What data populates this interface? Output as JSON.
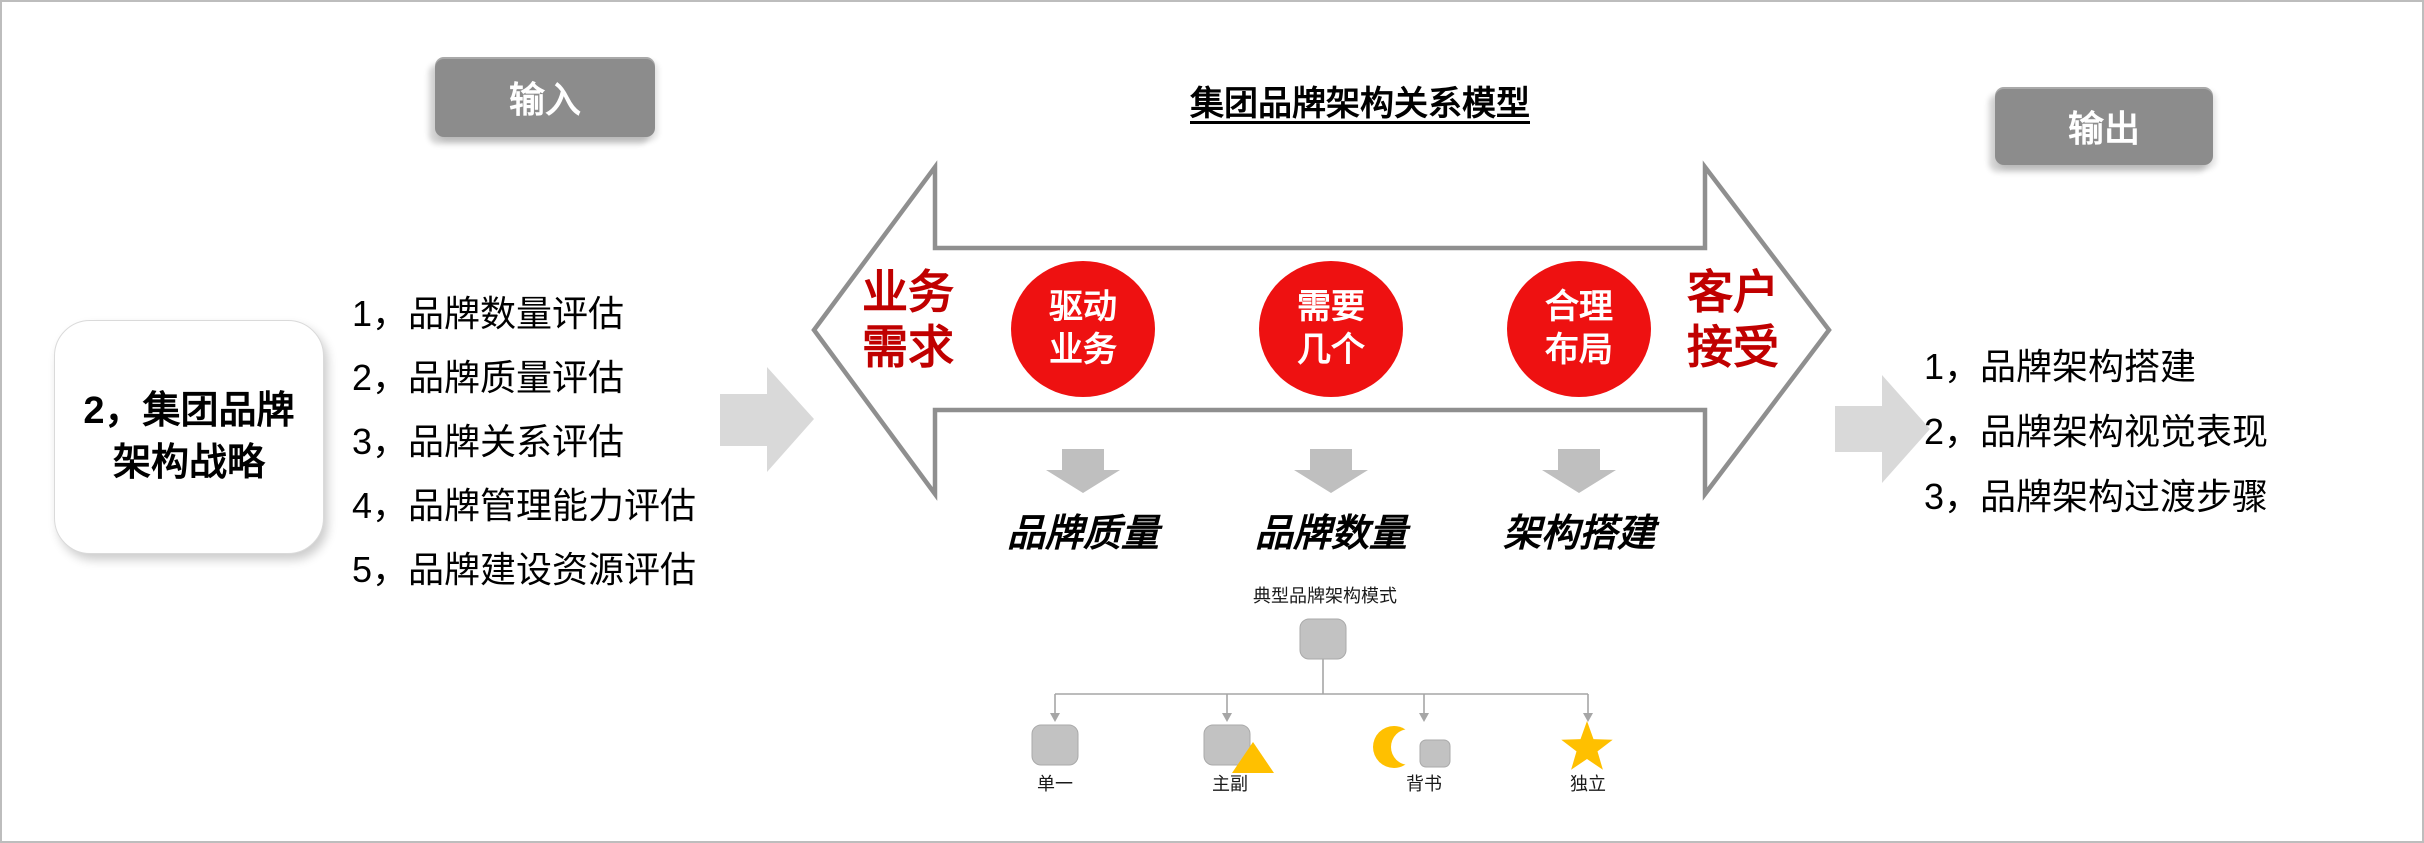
{
  "header": {
    "input_label": "输入",
    "output_label": "输出",
    "title": "集团品牌架构关系模型"
  },
  "left_panel": {
    "box_line1": "2，集团品牌",
    "box_line2": "架构战略",
    "items": [
      "1，品牌数量评估",
      "2，品牌质量评估",
      "3，品牌关系评估",
      "4，品牌管理能力评估",
      "5，品牌建设资源评估"
    ]
  },
  "model": {
    "left_text_line1": "业务",
    "left_text_line2": "需求",
    "right_text_line1": "客户",
    "right_text_line2": "接受",
    "circles": [
      {
        "line1": "驱动",
        "line2": "业务",
        "caption": "品牌质量"
      },
      {
        "line1": "需要",
        "line2": "几个",
        "caption": "品牌数量"
      },
      {
        "line1": "合理",
        "line2": "布局",
        "caption": "架构搭建"
      }
    ]
  },
  "tree": {
    "title": "典型品牌架构模式",
    "children": [
      {
        "label": "单一",
        "icon": "rounded-square-icon"
      },
      {
        "label": "主副",
        "icon": "rounded-square-with-triangle-icon"
      },
      {
        "label": "背书",
        "icon": "crescent-with-square-icon"
      },
      {
        "label": "独立",
        "icon": "star-icon"
      }
    ]
  },
  "right_panel": {
    "items": [
      "1，品牌架构搭建",
      "2，品牌架构视觉表现",
      "3，品牌架构过渡步骤"
    ]
  },
  "colors": {
    "circle_red": "#ee1111",
    "text_red": "#c00000",
    "button_gray": "#8c8c8c",
    "light_arrow_gray": "#d9d9d9",
    "mid_arrow_gray": "#bfbfbf",
    "outline_gray": "#8f8f8f",
    "node_gray": "#c2c2c2",
    "gold": "#ffc000",
    "line_gray": "#a6a6a6"
  }
}
